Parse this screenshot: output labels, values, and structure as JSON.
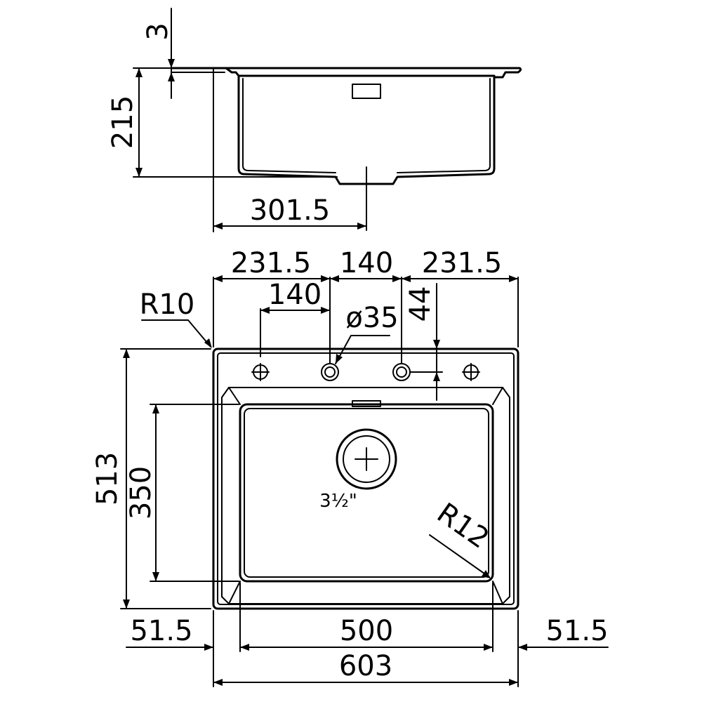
{
  "section_view": {
    "flange_thickness": "3",
    "depth": "215",
    "drain_offset": "301.5"
  },
  "plan_view": {
    "top_left": "231.5",
    "top_center": "140",
    "top_right": "231.5",
    "tap_spacing": "140",
    "hole_diameter": "ø35",
    "hole_offset": "44",
    "corner_outer": "R10",
    "corner_inner": "R12",
    "drain_size": "3½\"",
    "overall_depth": "513",
    "bowl_depth": "350",
    "left_rim": "51.5",
    "bowl_width": "500",
    "right_rim": "51.5",
    "overall_width": "603"
  }
}
